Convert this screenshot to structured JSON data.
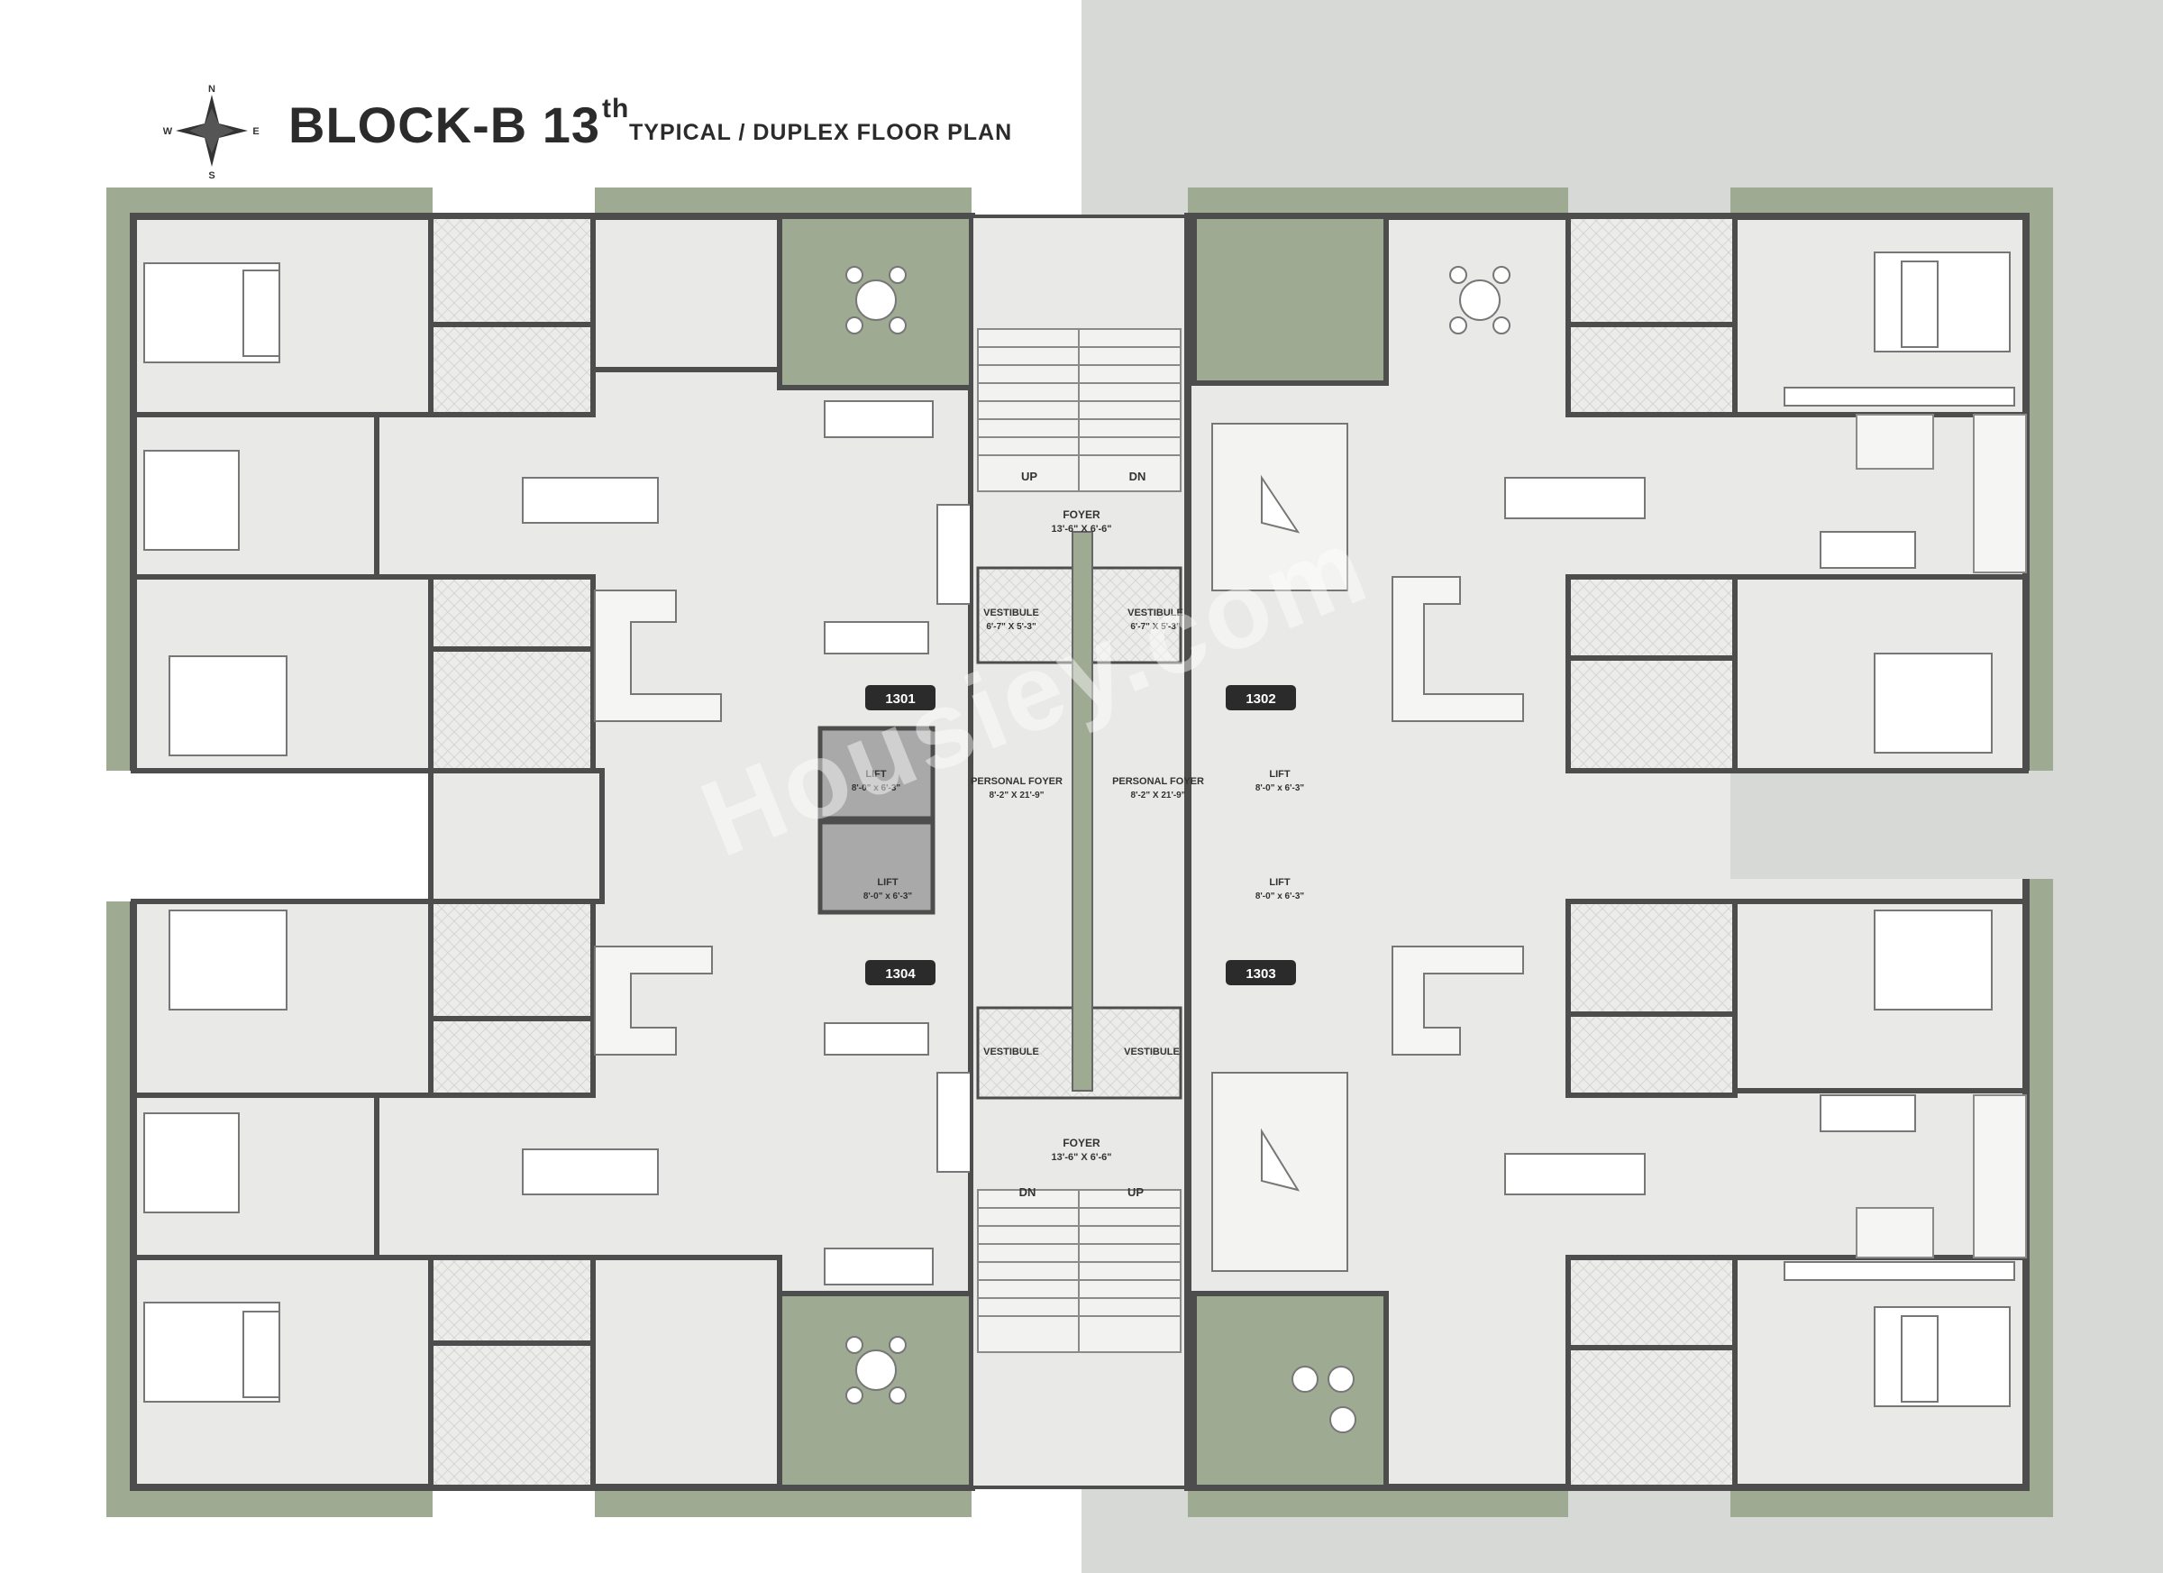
{
  "title": {
    "main": "BLOCK-B 13",
    "sup": "th",
    "subtitle": "TYPICAL / DUPLEX FLOOR PLAN"
  },
  "compass": {
    "n": "N",
    "s": "S",
    "e": "E",
    "w": "W"
  },
  "units": {
    "u1301": "1301",
    "u1302": "1302",
    "u1303": "1303",
    "u1304": "1304"
  },
  "labels": {
    "foyer_top": "FOYER",
    "foyer_top_dim": "13'-6\" X 6'-6\"",
    "foyer_bottom": "FOYER",
    "foyer_bottom_dim": "13'-6\" X 6'-6\"",
    "up_top": "UP",
    "dn_top": "DN",
    "dn_bottom": "DN",
    "up_bottom": "UP",
    "vestibule_tl": "VESTIBULE",
    "vestibule_tl_dim": "6'-7\" X 5'-3\"",
    "vestibule_tr": "VESTIBULE",
    "vestibule_tr_dim": "6'-7\" X 5'-3\"",
    "vestibule_bl": "VESTIBULE",
    "vestibule_br": "VESTIBULE",
    "lift_tl": "LIFT",
    "lift_tl_dim": "8'-0\" x 6'-3\"",
    "lift_bl": "LIFT",
    "lift_bl_dim": "8'-0\" x 6'-3\"",
    "lift_tr": "LIFT",
    "lift_tr_dim": "8'-0\" x 6'-3\"",
    "lift_br": "LIFT",
    "lift_br_dim": "8'-0\" x 6'-3\"",
    "pfoyer_l": "PERSONAL FOYER",
    "pfoyer_l_dim": "8'-2\" X 21'-9\"",
    "pfoyer_r": "PERSONAL FOYER",
    "pfoyer_r_dim": "8'-2\" X 21'-9\""
  },
  "watermark": "Housiey.com",
  "colors": {
    "terrace_green": "#9faa93",
    "wall": "#4d4d4d",
    "floor": "#e9e9e7",
    "tag_bg": "#2b2b2b",
    "lift": "#a9a9a9"
  }
}
